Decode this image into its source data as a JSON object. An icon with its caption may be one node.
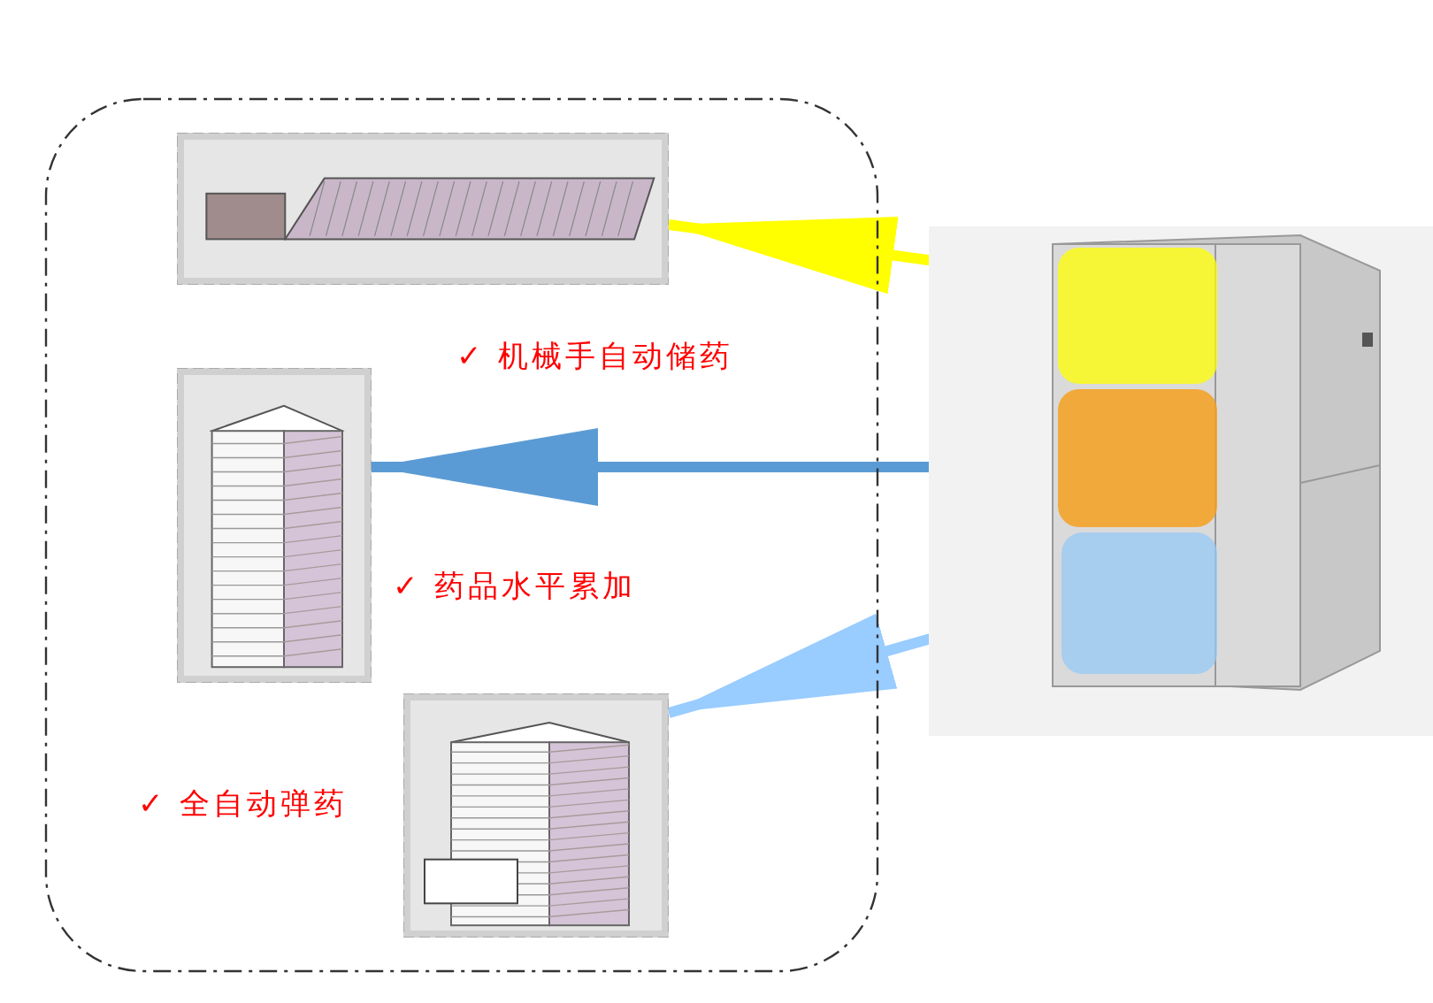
{
  "diagram": {
    "nodes": [
      {
        "text": [],
        "shape": "box"
      },
      {
        "text": [],
        "shape": "picture",
        "in": 0
      },
      {
        "text": [],
        "shape": "picture",
        "in": 0
      },
      {
        "text": [],
        "shape": "picture",
        "in": 0
      },
      {
        "text": [],
        "shape": "picture"
      },
      {
        "text": [],
        "shape": "box",
        "in": 4
      },
      {
        "text": [],
        "shape": "box",
        "in": 4
      },
      {
        "text": [],
        "shape": "box",
        "in": 4
      }
    ],
    "edges": [
      {
        "from": 5,
        "to": 1,
        "arrow": "to",
        "color": "#ffff00"
      },
      {
        "from": 6,
        "to": 2,
        "arrow": "to",
        "color": "#5b9bd5"
      },
      {
        "from": 7,
        "to": 3,
        "arrow": "to",
        "color": "#99ccff"
      }
    ],
    "labels": [
      "✓ 机械手自动储药",
      "✓ 药品水平累加",
      "✓ 全自动弹药"
    ]
  }
}
